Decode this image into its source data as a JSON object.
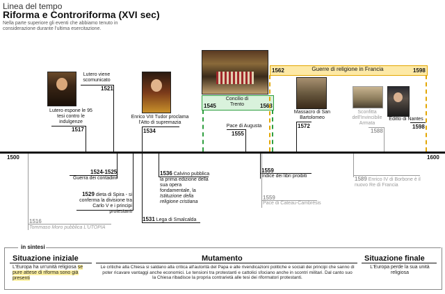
{
  "header": {
    "small": "Linea del tempo",
    "title": "Riforma e Controriforma (XVI sec)",
    "subtitle": "Nella parte superiore gli eventi che abbiamo tenuto in considerazione durante l'ultima esercitazione."
  },
  "axis": {
    "start": "1500",
    "end": "1600"
  },
  "top_events": {
    "lutero_tesi": {
      "text": "Lutero espone le 95 tesi contro le indulgenze",
      "year": "1517"
    },
    "lutero_scom": {
      "text": "Lutero viene scomunicato",
      "year": "1521"
    },
    "enrico": {
      "text": "Enrico VIII Tudor proclama l'Atto di supremazia",
      "year": "1534"
    },
    "augusta": {
      "text": "Pace di Augusta",
      "year": "1555"
    },
    "trento": {
      "title": "Concilio di Trento",
      "start": "1545",
      "end": "1563"
    },
    "guerre": {
      "title": "Guerre di religione in Francia",
      "start": "1562",
      "end": "1598"
    },
    "bartolomeo": {
      "text": "Massacro di San Bartolomeo",
      "year": "1572"
    },
    "armata": {
      "text": "Sconfitta dell'Invincibile Armata",
      "year": "1588"
    },
    "nantes": {
      "text": "Editto di Nantes",
      "year": "1598"
    }
  },
  "bottom_events": {
    "moro": {
      "year": "1516",
      "text": "Tommaso Moro pubblica L'UTOPIA"
    },
    "contadini": {
      "year": "1524-1525",
      "text": "Guerra dei contadini"
    },
    "spira": {
      "year": "1529",
      "text": "dieta di Spira - si conferma la divisione tra Carlo V e i principi protestanti"
    },
    "smalcalda": {
      "year": "1531",
      "text": "Lega di Smalcalda"
    },
    "calvino": {
      "year": "1536",
      "text": "Calvino pubblica la prima edizione della sua opera fondamentale, la",
      "italic": "Istituzione della religione cristiana"
    },
    "indice": {
      "year": "1559",
      "text": "Indice dei libri proibiti"
    },
    "cateau": {
      "year": "1559",
      "text": "Pace di Cateau-Cambrésis"
    },
    "enrico4": {
      "year": "1589",
      "text": "Enrico IV di Borbone è il nuovo Re di Francia"
    }
  },
  "summary": {
    "label": "in sintesi",
    "col1_title": "Situazione iniziale",
    "col1_text": "L'Europa ha un'unità religiosa",
    "col1_highlight": "se pure attese di riforma sono già presenti",
    "col2_title": "Mutamento",
    "col2_text": "Le critiche alla Chiesa si saldano alla critica all'autorità del Papa e alle rivendicazioni politiche e sociali dei principi che sanno di poter ricavare vantaggi anche economici. Le tensioni tra protestanti e cattolici sfociano anche in scontri militari. Dal canto suo la Chiesa ribadisce la propria contrarietà alle tesi dei riformatori protestanti.",
    "col3_title": "Situazione finale",
    "col3_text": "L'Europa perde la sua unità religiosa"
  },
  "colors": {
    "trento": "#2e9e3e",
    "guerre": "#e3a600",
    "guerre_fill": "#fde9a6",
    "highlight": "#fdf0a0"
  }
}
